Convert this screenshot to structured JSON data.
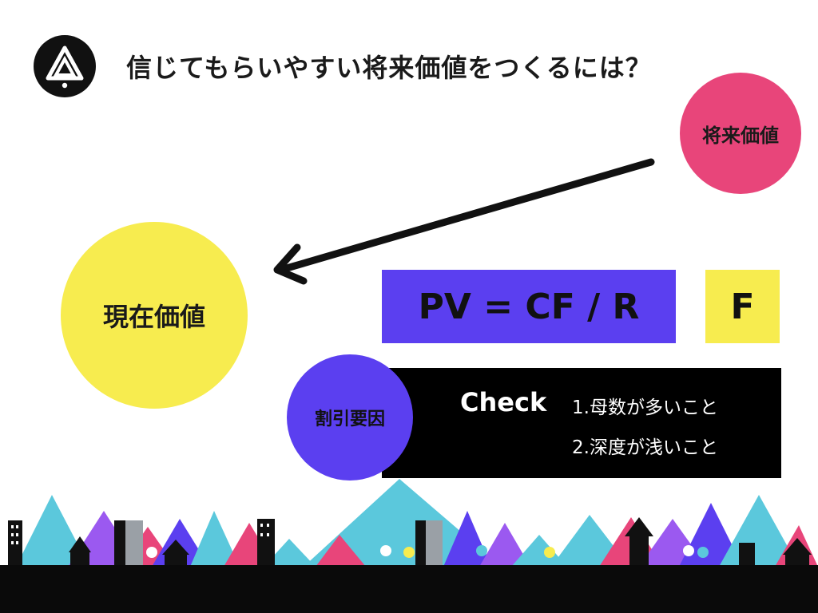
{
  "slide": {
    "title": "信じてもらいやすい将来価値をつくるには？",
    "future_value_label": "将来価値",
    "present_value_label": "現在価値",
    "formula": "PV = CF / R",
    "f_label": "F",
    "discount_factor_label": "割引要因",
    "check": {
      "label": "Check",
      "items": [
        "1.母数が多いこと",
        "2.深度が浅いこと"
      ]
    }
  },
  "colors": {
    "pink": "#e8457a",
    "yellow": "#f7ec4f",
    "purple": "#5b3ff0",
    "black": "#000000",
    "cyan": "#5bc8dc"
  },
  "icons": {
    "logo": "triangle-logo-icon",
    "arrow": "arrow-left-icon"
  }
}
